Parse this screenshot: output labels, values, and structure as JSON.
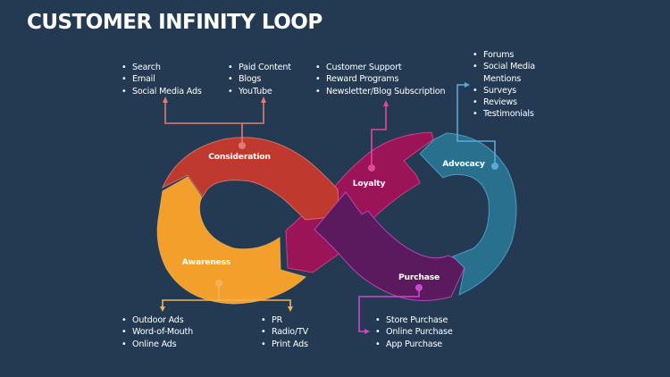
{
  "title": "CUSTOMER INFINITY LOOP",
  "colors": {
    "background": "#243a52",
    "consideration": "#c0392f",
    "awareness": "#f29f2b",
    "loyalty": "#9b1457",
    "purchase": "#5c1a5e",
    "advocacy": "#29708f",
    "consideration_line": "#e07c74",
    "awareness_line": "#f0b35a",
    "loyalty_line": "#e0489a",
    "purchase_line": "#c94bc9",
    "advocacy_line": "#5aa9d6"
  },
  "stages": {
    "consideration": {
      "label": "Consideration",
      "lists": [
        [
          "Search",
          "Email",
          "Social Media Ads"
        ],
        [
          "Paid Content",
          "Blogs",
          "YouTube"
        ]
      ]
    },
    "awareness": {
      "label": "Awareness",
      "lists": [
        [
          "Outdoor Ads",
          "Word-of-Mouth",
          "Online Ads"
        ],
        [
          "PR",
          "Radio/TV",
          "Print Ads"
        ]
      ]
    },
    "loyalty": {
      "label": "Loyalty",
      "lists": [
        [
          "Customer Support",
          "Reward Programs",
          "Newsletter/Blog Subscription"
        ]
      ]
    },
    "purchase": {
      "label": "Purchase",
      "lists": [
        [
          "Store Purchase",
          "Online Purchase",
          "App Purchase"
        ]
      ]
    },
    "advocacy": {
      "label": "Advocacy",
      "lists": [
        [
          "Forums",
          "Social Media Mentions",
          "Surveys",
          "Reviews",
          "Testimonials"
        ]
      ]
    }
  }
}
